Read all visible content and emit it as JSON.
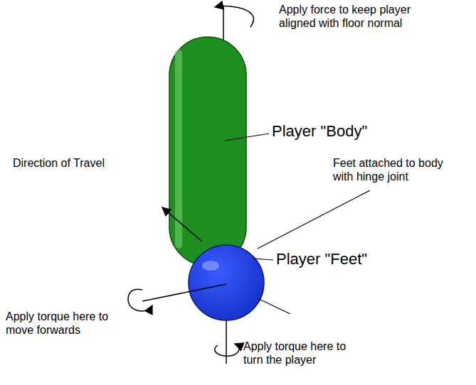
{
  "diagram": {
    "labels": [
      "Apply force to keep player aligned with floor normal",
      "Player \"Body\"",
      "Direction of Travel",
      "Feet attached to body with hinge joint",
      "Player \"Feet\"",
      "Apply torque here to move forwards",
      "Apply torque here to turn the player"
    ]
  }
}
